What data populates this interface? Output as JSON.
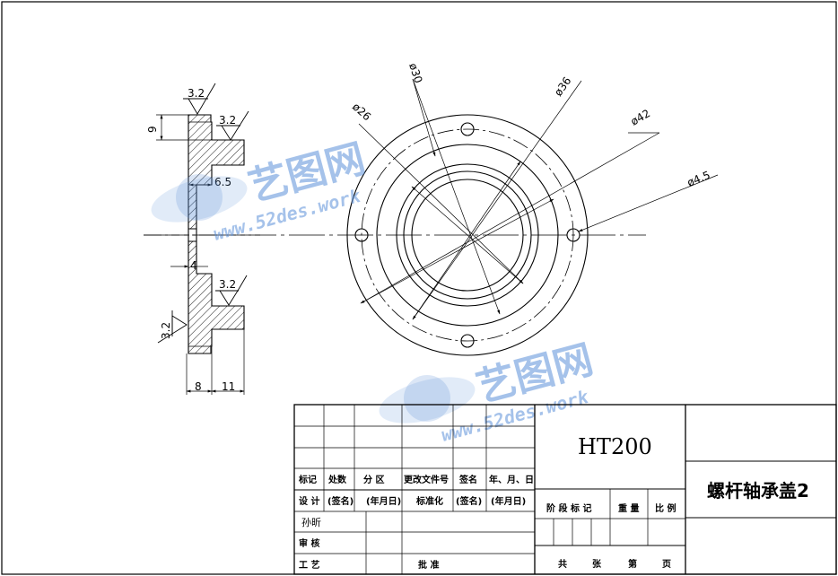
{
  "title_block": {
    "material": "HT200",
    "part_name": "螺杆轴承盖2",
    "row_change": [
      "标记",
      "处数",
      "分 区",
      "更改文件号",
      "签名",
      "年、月、日"
    ],
    "row_design": [
      "设 计",
      "(签名)",
      "(年月日)",
      "标准化",
      "(签名)",
      "(年月日)"
    ],
    "drafter": "孙昕",
    "review": "审 核",
    "process": "工 艺",
    "approve": "批 准",
    "stage_labels": [
      "阶 段 标 记",
      "重 量",
      "比 例"
    ],
    "sheet_labels": [
      "共",
      "张",
      "第",
      "页"
    ]
  },
  "dimensions": {
    "front": {
      "dia_26": "ø26",
      "dia_30": "ø30",
      "dia_36": "ø36",
      "dia_42": "ø42",
      "dia_hole": "ø4.5"
    },
    "side": {
      "height_top": "9",
      "depth_recess": "6.5",
      "wall": "4",
      "width_a": "8",
      "width_b": "11",
      "rough_top": "3.2",
      "rough_flange_top": "3.2",
      "rough_flange_bottom": "3.2",
      "rough_left": "3.2"
    }
  },
  "watermark": {
    "brand": "艺图网",
    "url": "www.52des.work"
  }
}
